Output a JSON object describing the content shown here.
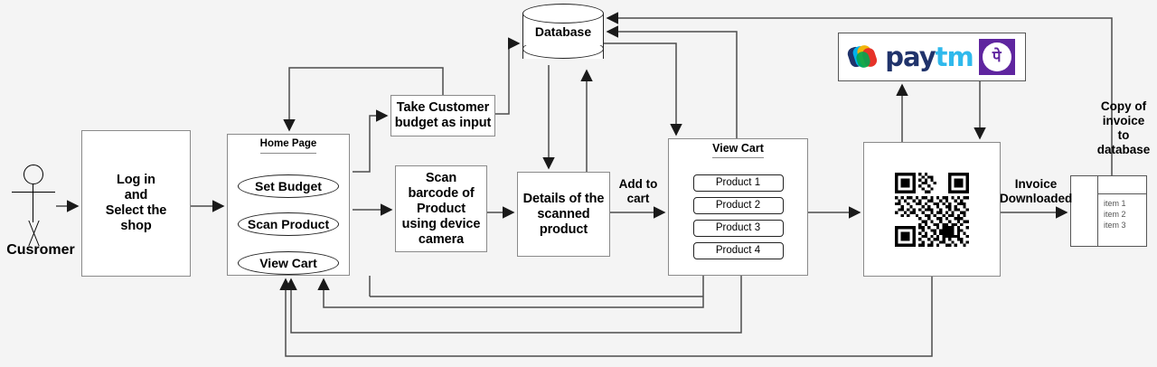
{
  "diagram": {
    "title": "Smart shopping flow diagram",
    "background": "#f4f4f4",
    "actor": {
      "label": "Cusromer",
      "icon": "stick-figure-icon"
    },
    "nodes": {
      "login": {
        "label": "Log in\nand\nSelect the\nshop",
        "lines": [
          "Log in",
          "and",
          "Select the",
          "shop"
        ]
      },
      "homepage": {
        "header": "Home Page",
        "options": [
          "Set Budget",
          "Scan Product",
          "View Cart"
        ]
      },
      "take_budget": {
        "lines": [
          "Take Customer",
          "budget as input"
        ]
      },
      "scan_barcode": {
        "lines": [
          "Scan",
          "barcode of",
          "Product",
          "using device",
          "camera"
        ]
      },
      "details": {
        "lines": [
          "Details of the",
          "scanned",
          "product"
        ]
      },
      "view_cart": {
        "header": "View Cart",
        "products": [
          "Product 1",
          "Product 2",
          "Product 3",
          "Product 4"
        ]
      },
      "database": {
        "label": "Database",
        "icon": "database-cylinder-icon"
      },
      "payment": {
        "paytm": {
          "word_dark": "pay",
          "word_light": "tm",
          "icon": "paytm-logo-icon",
          "color_dark": "#20336b",
          "color_light": "#30b9ec"
        },
        "phonepe": {
          "glyph": "पे",
          "icon": "phonepe-logo-icon",
          "color": "#5f259f"
        }
      },
      "qr": {
        "icon": "qr-code-icon"
      },
      "invoice": {
        "icon": "invoice-document-icon",
        "items": [
          "item 1",
          "item 2",
          "item 3"
        ]
      }
    },
    "edge_labels": {
      "add_to_cart": [
        "Add to",
        "cart"
      ],
      "invoice_downloaded": [
        "Invoice",
        "Downloaded"
      ],
      "copy_to_database": [
        "Copy of",
        "invoice",
        "to",
        "database"
      ]
    },
    "colors": {
      "node_border": "#8a8a8a",
      "wire": "#4d4d4d",
      "node_fill": "#ffffff",
      "text": "#000000"
    }
  }
}
